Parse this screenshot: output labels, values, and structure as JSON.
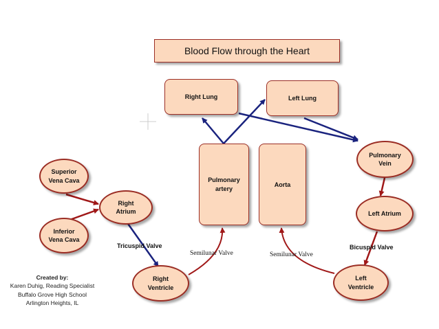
{
  "title": "Blood Flow through the Heart",
  "nodes": {
    "right_lung": "Right Lung",
    "left_lung": "Left Lung",
    "pulmonary_artery": "Pulmonary\nartery",
    "aorta": "Aorta",
    "pulmonary_vein": "Pulmonary\nVein",
    "left_atrium": "Left Atrium",
    "left_ventricle": "Left\nVentricle",
    "superior_vena_cava": "Superior\nVena Cava",
    "inferior_vena_cava": "Inferior\nVena Cava",
    "right_atrium": "Right\nAtrium",
    "right_ventricle": "Right\nVentricle"
  },
  "edge_labels": {
    "tricuspid": "Tricuspid Valve",
    "semilunar_left": "Semilunar Valve",
    "semilunar_right": "Semilunar Valve",
    "bicuspid": "Bicuspid Valve"
  },
  "credit": {
    "heading": "Created by:",
    "line1": "Karen Duhig, Reading Specialist",
    "line2": "Buffalo Grove High School",
    "line3": "Arlington Heights, IL"
  },
  "colors": {
    "fill": "#fcd9be",
    "border": "#9b2d24",
    "blue_arrow": "#1a237e",
    "red_arrow": "#a01818"
  }
}
